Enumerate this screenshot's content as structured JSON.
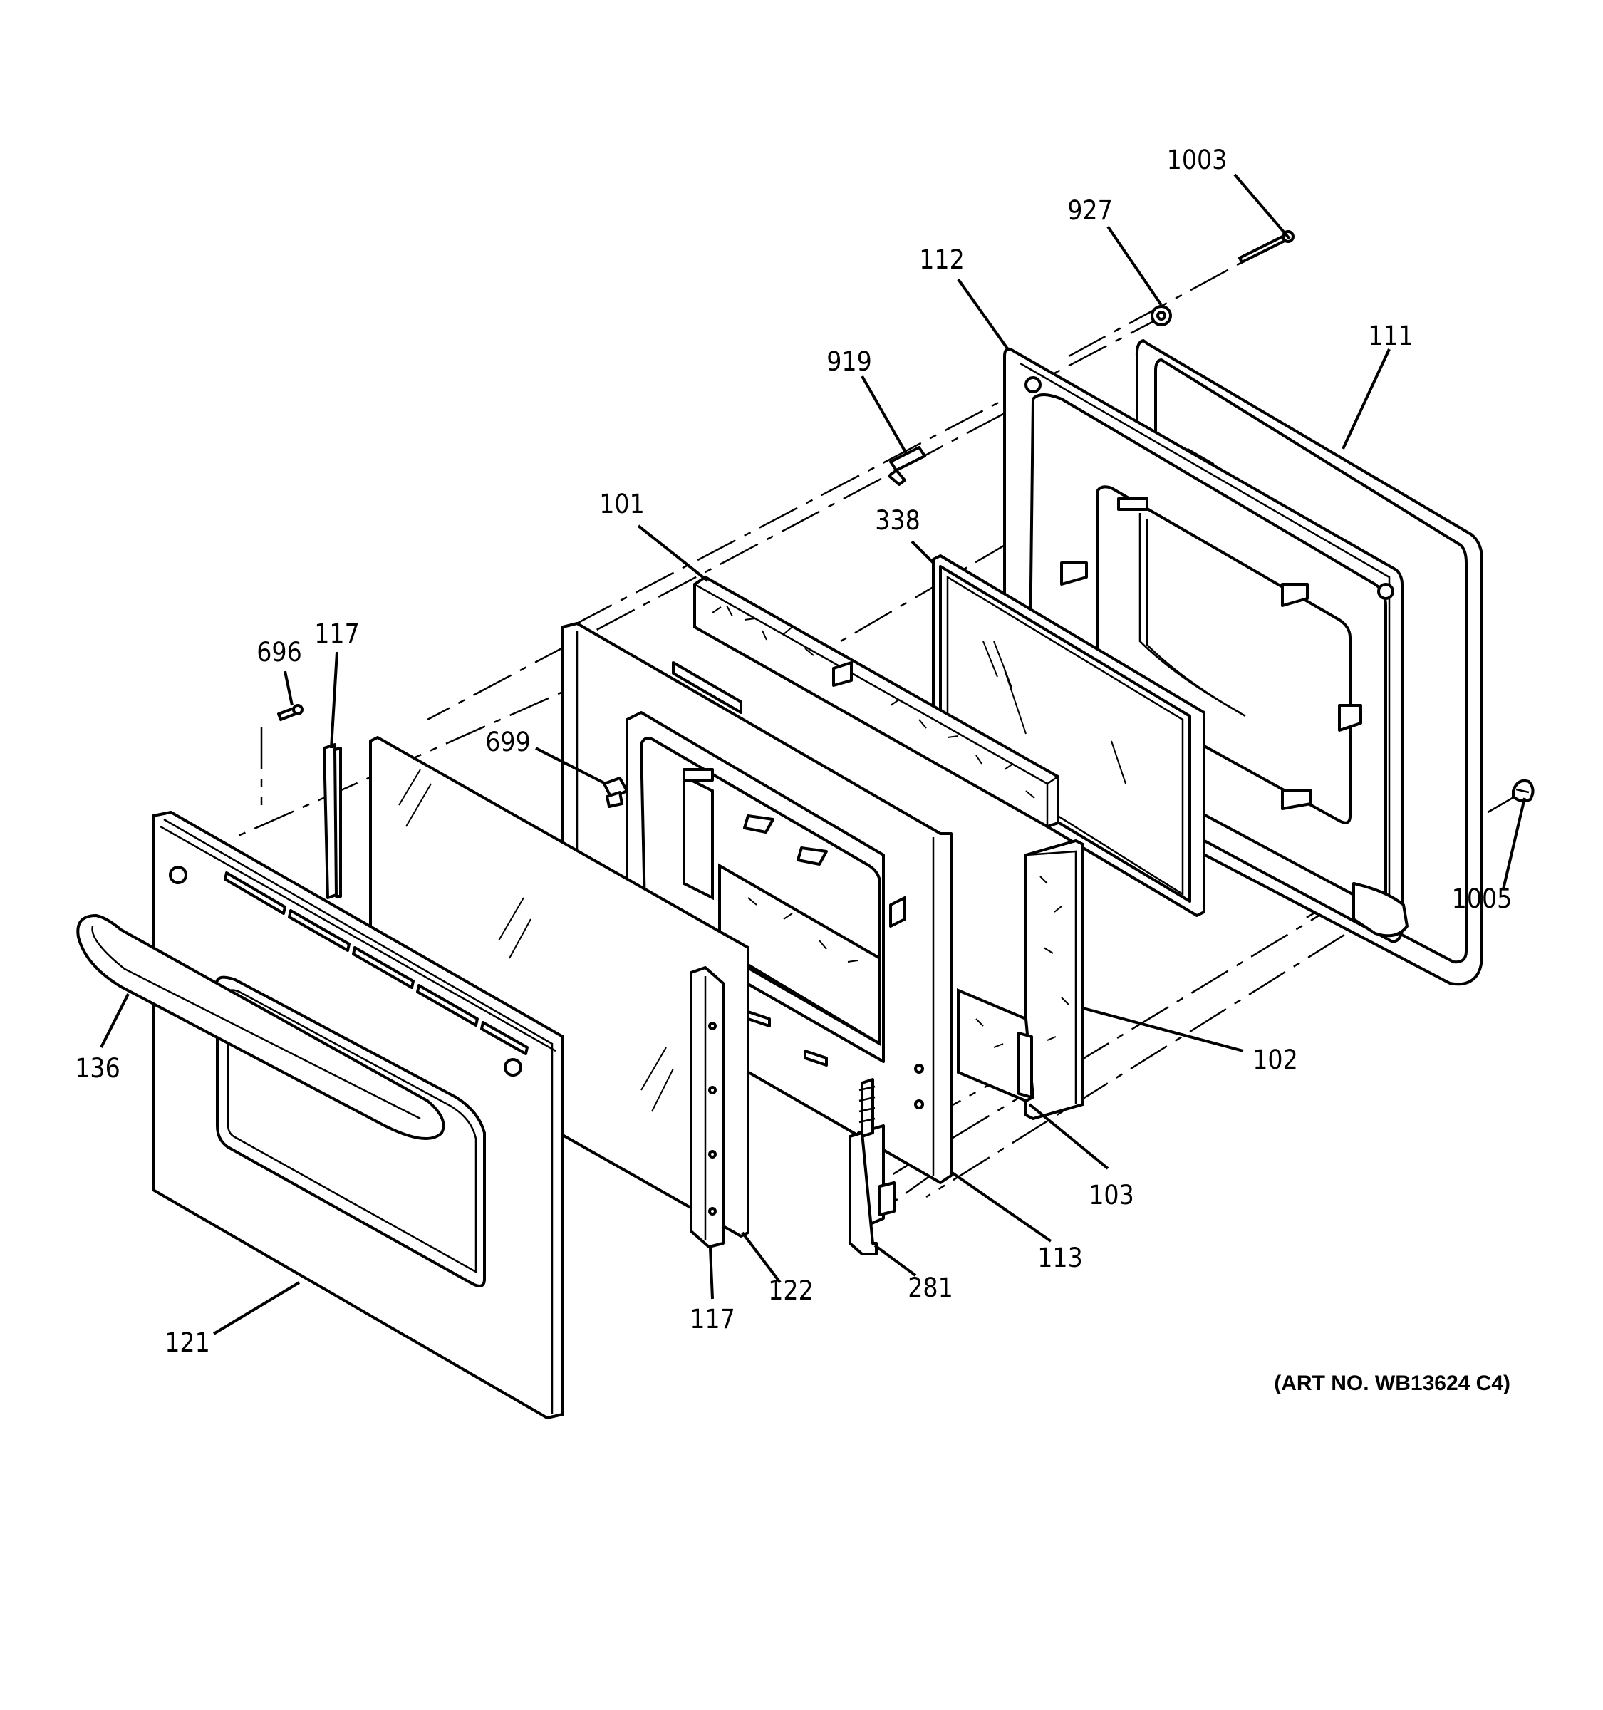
{
  "diagram": {
    "art_number": "(ART NO. WB13624 C4)",
    "callouts": {
      "c1003": "1003",
      "c927": "927",
      "c112": "112",
      "c111": "111",
      "c919": "919",
      "c101": "101",
      "c338": "338",
      "c696": "696",
      "c117_top": "117",
      "c699": "699",
      "c1005": "1005",
      "c136": "136",
      "c102": "102",
      "c103": "103",
      "c113": "113",
      "c122": "122",
      "c281": "281",
      "c117_bottom": "117",
      "c121": "121"
    }
  }
}
